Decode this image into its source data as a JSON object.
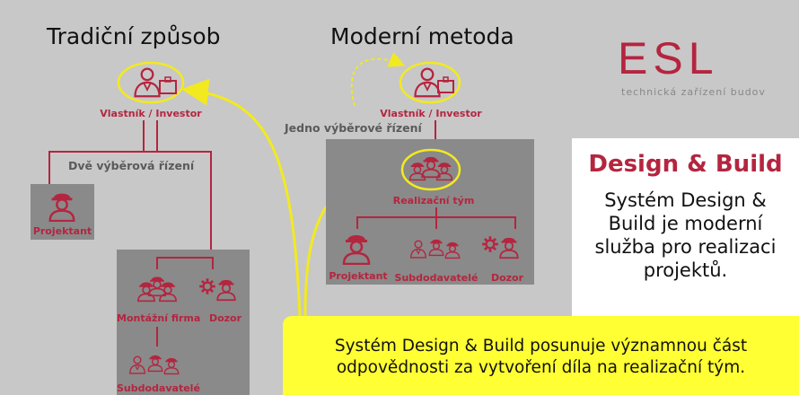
{
  "headings": {
    "traditional": "Tradiční způsob",
    "modern": "Moderní metoda"
  },
  "traditional": {
    "owner": "Vlastník / Investor",
    "tenders": "Dvě výběrová řízení",
    "designer": "Projektant",
    "contractor": "Montážní firma",
    "supervision": "Dozor",
    "subcontractors": "Subdodavatelé"
  },
  "modern": {
    "owner": "Vlastník / Investor",
    "tender": "Jedno výběrové řízení",
    "team": "Realizační tým",
    "designer": "Projektant",
    "subcontractors": "Subdodavatelé",
    "supervision": "Dozor"
  },
  "logo": {
    "text": "ESL",
    "tagline": "technická zařízení budov"
  },
  "design_build": {
    "title": "Design & Build",
    "text": "Systém Design & Build je moderní služba pro realizaci projektů."
  },
  "banner": {
    "text": "Systém Design & Build posunuje významnou část odpovědnosti za vytvoření díla na realizační tým."
  },
  "colors": {
    "accent": "#b4253f",
    "highlight": "#ffff33",
    "panel": "#8a8a8a",
    "background": "#c8c8c8"
  }
}
